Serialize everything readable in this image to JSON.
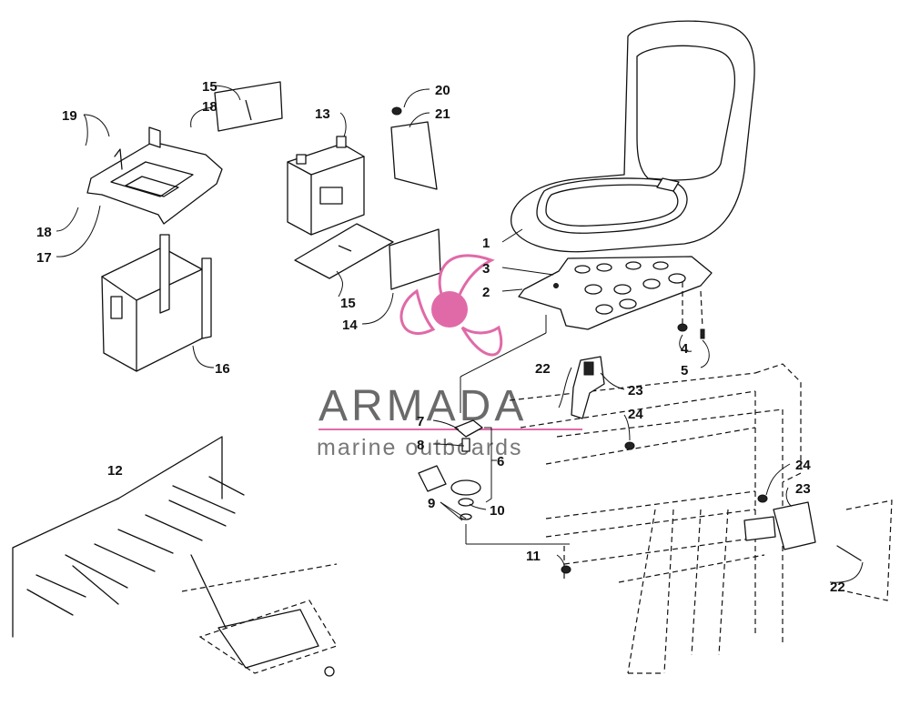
{
  "labels": [
    {
      "id": "callout-1",
      "text": "1"
    },
    {
      "id": "callout-2",
      "text": "2"
    },
    {
      "id": "callout-3",
      "text": "3"
    },
    {
      "id": "callout-4",
      "text": "4"
    },
    {
      "id": "callout-5",
      "text": "5"
    },
    {
      "id": "callout-6",
      "text": "6"
    },
    {
      "id": "callout-7",
      "text": "7"
    },
    {
      "id": "callout-8",
      "text": "8"
    },
    {
      "id": "callout-9",
      "text": "9"
    },
    {
      "id": "callout-10",
      "text": "10"
    },
    {
      "id": "callout-11",
      "text": "11"
    },
    {
      "id": "callout-12",
      "text": "12"
    },
    {
      "id": "callout-13",
      "text": "13"
    },
    {
      "id": "callout-14",
      "text": "14"
    },
    {
      "id": "callout-15a",
      "text": "15"
    },
    {
      "id": "callout-15b",
      "text": "15"
    },
    {
      "id": "callout-16",
      "text": "16"
    },
    {
      "id": "callout-17",
      "text": "17"
    },
    {
      "id": "callout-18a",
      "text": "18"
    },
    {
      "id": "callout-18b",
      "text": "18"
    },
    {
      "id": "callout-19",
      "text": "19"
    },
    {
      "id": "callout-20",
      "text": "20"
    },
    {
      "id": "callout-21",
      "text": "21"
    },
    {
      "id": "callout-22a",
      "text": "22"
    },
    {
      "id": "callout-22b",
      "text": "22"
    },
    {
      "id": "callout-23a",
      "text": "23"
    },
    {
      "id": "callout-23b",
      "text": "23"
    },
    {
      "id": "callout-24a",
      "text": "24"
    },
    {
      "id": "callout-24b",
      "text": "24"
    }
  ],
  "watermark": {
    "brand": "ARMADA",
    "tagline": "marine outboards",
    "colors": {
      "pink": "#e06aa8",
      "pink_light": "#f2b8d8",
      "gray": "#6a6a6a"
    }
  }
}
